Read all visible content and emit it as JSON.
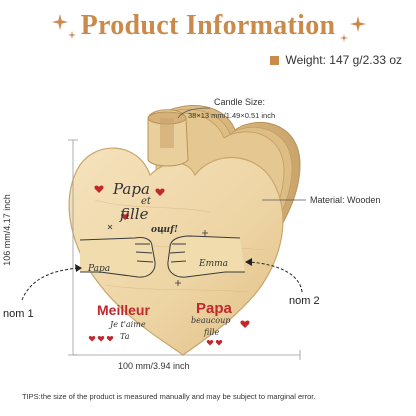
{
  "header": {
    "title": "Product Information",
    "weight": "Weight: 147 g/2.33 oz"
  },
  "annotations": {
    "candle_size_label": "Candle Size:",
    "candle_size_dims": "38×13 mm/1.49×0.51 inch",
    "material": "Material: Wooden",
    "height": "106 mm/4.17 inch",
    "width": "100 mm/3.94 inch",
    "nom1": "nom 1",
    "nom2": "nom 2"
  },
  "engraving": {
    "line1": "Papa",
    "line2": "et",
    "line3": "fille",
    "exclaim": "ouuf!",
    "name_left": "Papa",
    "name_right": "Emma",
    "meilleur": "Meilleur",
    "je_taime": "Je t'aime",
    "ta": "Ta",
    "papa_red": "Papa",
    "beaucoup": "beaucoup",
    "fille": "fille"
  },
  "footer": {
    "tips": "TIPS:the size of the product is measured manually and may be subject to marginal error."
  },
  "colors": {
    "accent": "#c98a4b",
    "text_dark": "#333333",
    "engraving_red": "#c0282b",
    "wood_light": "#f1d9ac",
    "wood_mid": "#e4c48c",
    "wood_dark": "#c9a66b"
  }
}
